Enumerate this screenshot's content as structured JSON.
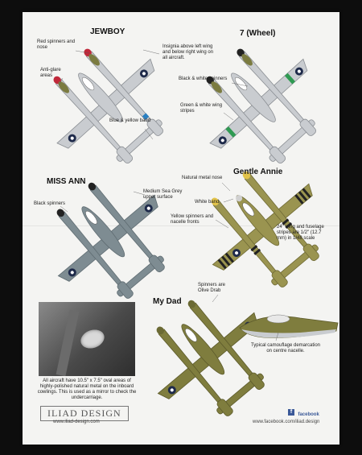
{
  "titles": {
    "jewboy": "JEWBOY",
    "wheel": "7 (Wheel)",
    "miss_ann": "MISS ANN",
    "gentle_annie": "Gentle Annie",
    "my_dad": "My Dad"
  },
  "callouts": {
    "red_spinners": "Red spinners and nose",
    "anti_glare": "Anti-glare areas",
    "insignia": "Insignia above left wing and below right wing on all aircraft.",
    "blue_yellow": "Blue & yellow band",
    "bw_spinners": "Black & white spinners",
    "gw_stripes": "Green & white wing stripes",
    "black_spinners": "Black spinners",
    "sea_grey": "Medium Sea Grey upper surface",
    "natural_nose": "Natural metal nose",
    "white_band": "White band",
    "yellow_spinners": "Yellow spinners and nacelle fronts",
    "stripes_note": "24\" wing and fuselage stripes are 1/2\" (12.7 mm) in 1/48 scale",
    "olive_spinners": "Spinners are Olive Drab",
    "camo_demarcation": "Typical camouflage demarcation on centre nacelle.",
    "oval_note": "All aircraft have 10.5\" x 7.5\" oval areas of highly-polished natural metal on the inboard cowlings. This is used as a mirror to check the undercarriage."
  },
  "footer": {
    "brand": "ILIAD DESIGN",
    "website": "www.iliad-design.com",
    "facebook_label": "facebook",
    "facebook_url": "www.facebook.com/iliad.design"
  },
  "colors": {
    "sheet": "#f4f4f2",
    "light_grey": "#c9ccd0",
    "sea_grey": "#7e8c92",
    "olive_drab": "#7f7d3e",
    "olive_light": "#9a9450",
    "red": "#c0283a",
    "blue": "#2a7fc1",
    "green": "#2f9a52",
    "yellow": "#e2c34a"
  }
}
